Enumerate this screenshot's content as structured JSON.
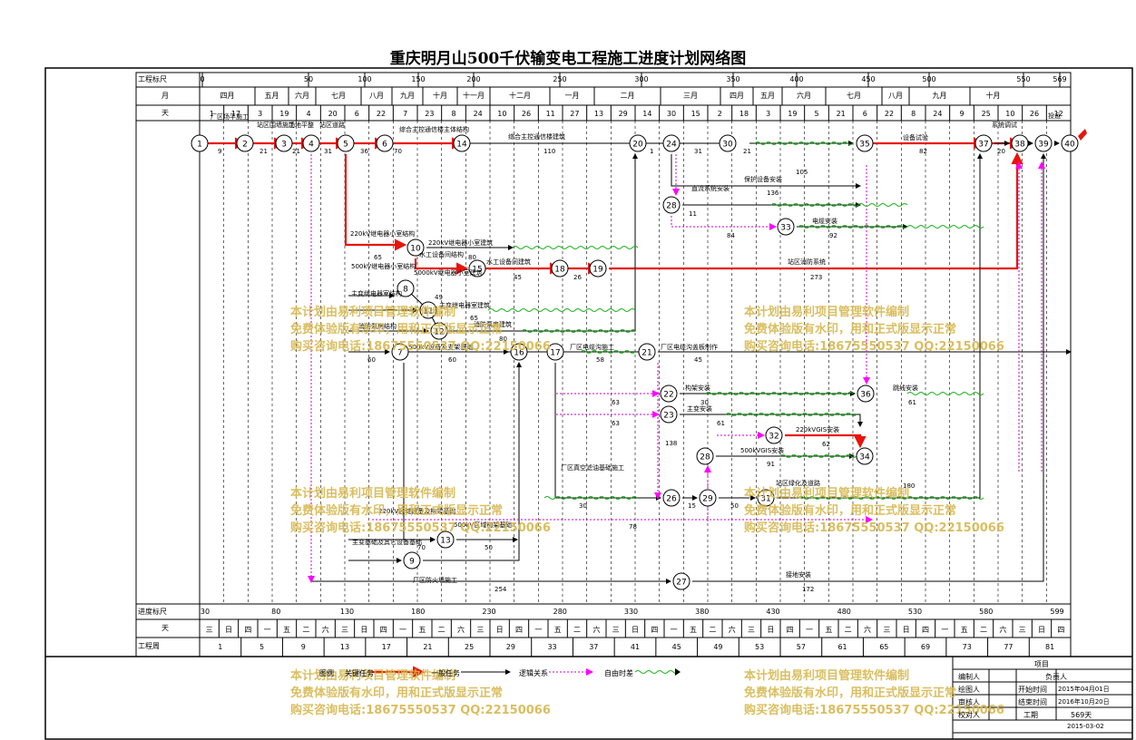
{
  "title": "重庆明月山500千伏输变电工程施工进度计划网络图",
  "header_rows": {
    "scale_label": "工程标尺",
    "month_label": "月",
    "day_label": "天",
    "progress_scale_label": "进度标尺",
    "bottom_day_label": "天",
    "week_label": "工程周"
  },
  "top_scale": [
    "0",
    "50",
    "100",
    "150",
    "200",
    "250",
    "300",
    "350",
    "400",
    "450",
    "500",
    "550",
    "569"
  ],
  "months": [
    "四月",
    "五月",
    "六月",
    "七月",
    "八月",
    "九月",
    "十月",
    "十一月",
    "十二月",
    "一月",
    "二月",
    "三月",
    "四月",
    "五月",
    "六月",
    "七月",
    "八月",
    "九月",
    "十月"
  ],
  "days": [
    "1",
    "17",
    "3",
    "19",
    "4",
    "20",
    "6",
    "22",
    "7",
    "23",
    "8",
    "24",
    "10",
    "26",
    "11",
    "27",
    "13",
    "29",
    "14",
    "30",
    "15",
    "2",
    "18",
    "3",
    "19",
    "5",
    "21",
    "6",
    "22",
    "8",
    "24",
    "9",
    "25",
    "10",
    "26",
    "12"
  ],
  "progress_scale": [
    "30",
    "80",
    "130",
    "180",
    "230",
    "280",
    "330",
    "380",
    "430",
    "480",
    "530",
    "580",
    "599"
  ],
  "week_numbers": [
    "1",
    "5",
    "9",
    "13",
    "17",
    "21",
    "25",
    "29",
    "33",
    "37",
    "41",
    "45",
    "49",
    "53",
    "57",
    "61",
    "65",
    "69",
    "73",
    "77",
    "81"
  ],
  "weekdays": [
    "三",
    "日",
    "四",
    "一",
    "五",
    "二",
    "六",
    "三",
    "日",
    "四",
    "一",
    "五",
    "二",
    "六",
    "三",
    "日",
    "四",
    "一",
    "五",
    "二",
    "六",
    "三",
    "日",
    "四",
    "一",
    "五",
    "二",
    "六",
    "三",
    "日",
    "四",
    "一",
    "五",
    "二",
    "六",
    "三",
    "日",
    "四",
    "一",
    "五",
    "二",
    "六",
    "三",
    "日",
    "四"
  ],
  "nodes": [
    "1",
    "2",
    "3",
    "4",
    "5",
    "6",
    "7",
    "8",
    "9",
    "10",
    "11",
    "12",
    "13",
    "14",
    "15",
    "16",
    "17",
    "18",
    "19",
    "20",
    "21",
    "22",
    "23",
    "24",
    "26",
    "27",
    "28",
    "28",
    "29",
    "30",
    "31",
    "32",
    "33",
    "34",
    "35",
    "36",
    "37",
    "38",
    "39",
    "40"
  ],
  "task_labels": [
    "厂区场平施工",
    "站区围墙施工",
    "场地平整",
    "站区道路",
    "综合主控通信楼主体结构",
    "综合主控通信楼建筑",
    "220kV继电器小室结构",
    "220kV继电器小室建筑",
    "500kV继电器小室结构",
    "5000kV继电器小室建筑",
    "水工设备间结构",
    "水工设备间建筑",
    "主变继电器室结构",
    "主变继电器室建筑",
    "消防泵房结构",
    "消防泵房建筑",
    "500kV设备及支架基础",
    "厂区电缆沟施工",
    "厂区电缆沟盖板制作",
    "构架安装",
    "主变安装",
    "220kVGIS安装",
    "500kVGIS安装",
    "站区消防系统",
    "保护设备安装",
    "直流系统安装",
    "电缆安装",
    "设备试验",
    "跳线安装",
    "厂区真空滤油基础施工",
    "站区绿化及道路",
    "接地安装",
    "厂区防火墙施工",
    "220kV区域设备及构架基础",
    "500kV区域构架基础",
    "主变基础及其它设备基础",
    "系统调试",
    "投运"
  ],
  "durations": [
    "9",
    "21",
    "21",
    "31",
    "36",
    "70",
    "110",
    "1",
    "31",
    "21",
    "82",
    "20",
    "65",
    "80",
    "45",
    "26",
    "273",
    "49",
    "65",
    "80",
    "60",
    "60",
    "70",
    "50",
    "58",
    "45",
    "30",
    "61",
    "63",
    "63",
    "138",
    "62",
    "91",
    "180",
    "15",
    "50",
    "30",
    "78",
    "254",
    "172",
    "105",
    "136",
    "11",
    "84",
    "92",
    "61"
  ],
  "legend": {
    "legend_label": "图例",
    "critical_label": "关键任务",
    "normal_label": "一般任务",
    "logic_label": "逻辑关系",
    "float_label": "自由时差"
  },
  "info_box": {
    "project_label": "项目",
    "editor_label": "编制人",
    "responsible_label": "负责人",
    "checker_label": "绘图人",
    "start_label": "开始时间",
    "start_value": "2015年04月01日",
    "reviewer_label": "审核人",
    "end_label": "结束时间",
    "end_value": "2016年10月20日",
    "proofreader_label": "校对人",
    "duration_label": "工期",
    "duration_value": "569天",
    "date_value": "2015-03-02"
  },
  "watermark": {
    "line1": "本计划由易利项目管理软件编制",
    "line2": "免费体验版有水印，用和正式版显示正常",
    "line3": "购买咨询电话:18675550537 QQ:22150066"
  },
  "colors": {
    "critical": "#e8140c",
    "normal": "#000000",
    "logic": "#cc00cc",
    "float": "#18b418",
    "watermark": "#d7b84f"
  }
}
